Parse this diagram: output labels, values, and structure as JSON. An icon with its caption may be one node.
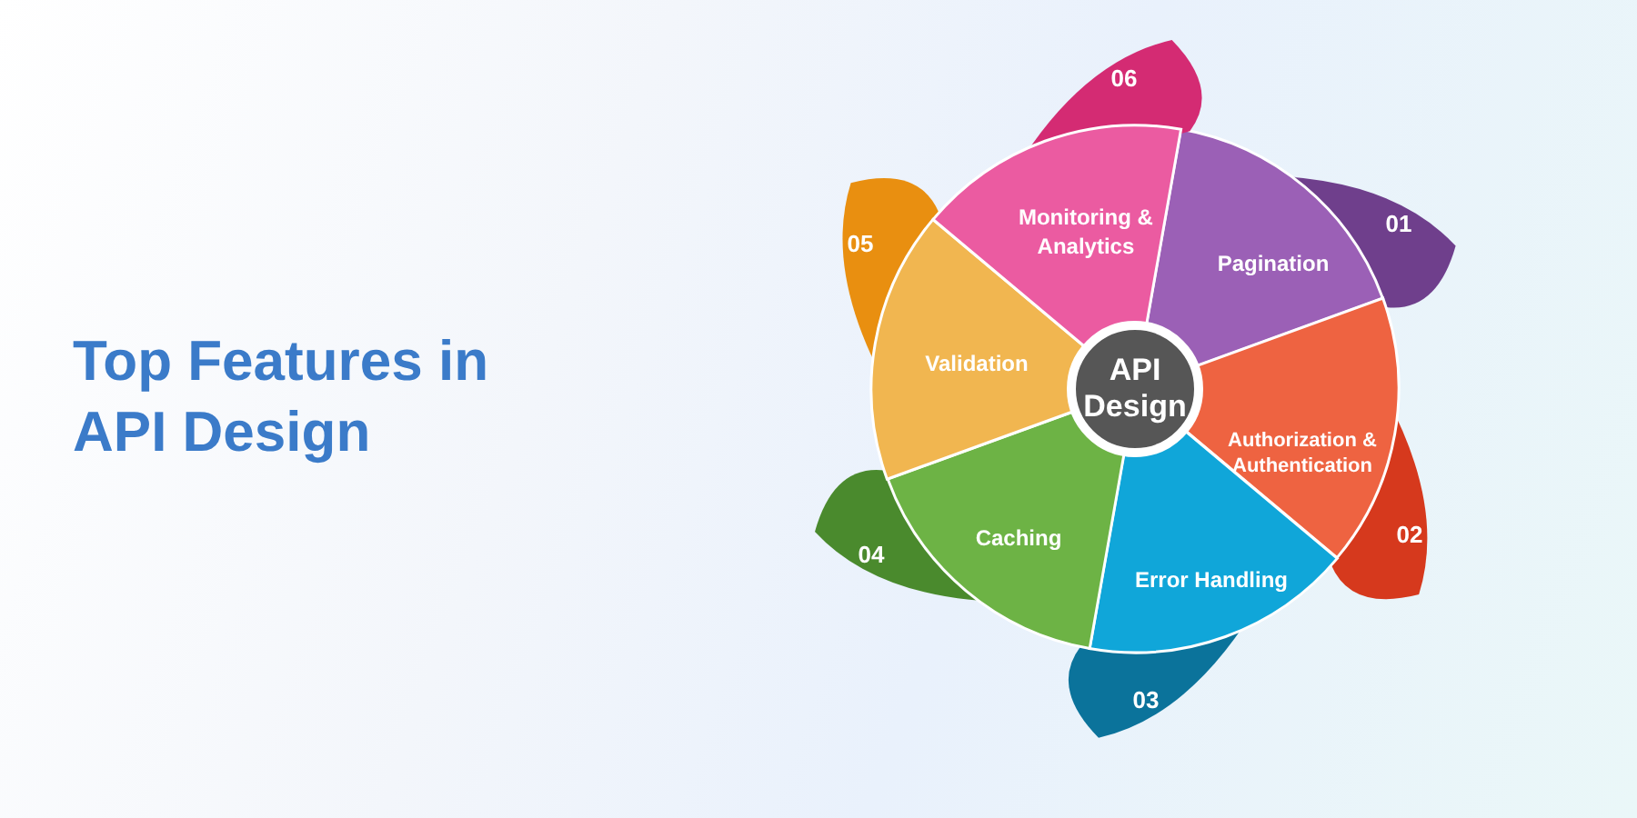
{
  "diagram": {
    "title": "Top Features in API Design",
    "nodes": [
      {
        "text": [
          "API Design"
        ]
      },
      {
        "text": [
          "Pagination"
        ],
        "beside": [
          "01"
        ]
      },
      {
        "text": [
          "Authorization & Authentication"
        ],
        "beside": [
          "02"
        ]
      },
      {
        "text": [
          "Error Handling"
        ],
        "beside": [
          "03"
        ]
      },
      {
        "text": [
          "Caching"
        ],
        "beside": [
          "04"
        ]
      },
      {
        "text": [
          "Validation"
        ],
        "beside": [
          "05"
        ]
      },
      {
        "text": [
          "Monitoring & Analytics"
        ],
        "beside": [
          "06"
        ]
      }
    ]
  }
}
